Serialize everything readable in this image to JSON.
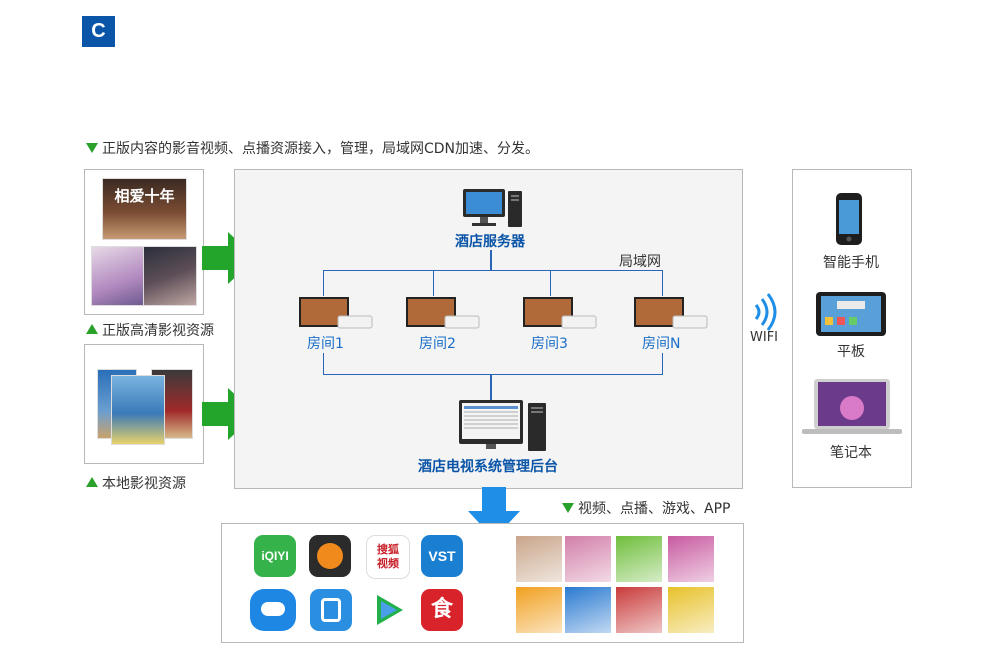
{
  "badge": "C",
  "captions": {
    "top": "正版内容的影音视频、点播资源接入，管理，局域网CDN加速、分发。",
    "hd_resources": "正版高清影视资源",
    "local_resources": "本地影视资源",
    "services": "视频、点播、游戏、APP"
  },
  "center": {
    "server_label": "酒店服务器",
    "lan_label": "局域网",
    "rooms": [
      "房间1",
      "房间2",
      "房间3",
      "房间N"
    ],
    "backend_label": "酒店电视系统管理后台"
  },
  "wifi_label": "WIFI",
  "devices": [
    "智能手机",
    "平板",
    "笔记本"
  ],
  "posters": {
    "top_title": "相爱十年"
  },
  "apps": [
    {
      "name": "iqiyi-app-icon",
      "text": "iQIYI",
      "color": "#35b34a"
    },
    {
      "name": "smile-app-icon",
      "text": "",
      "color": "#2b2b2b"
    },
    {
      "name": "sohu-video-app-icon",
      "text": "搜狐视频",
      "color": "#ffffff"
    },
    {
      "name": "vst-app-icon",
      "text": "VST",
      "color": "#1b7fd1"
    },
    {
      "name": "cloud-app-icon",
      "text": "",
      "color": "#1e86e3"
    },
    {
      "name": "pptv-app-icon",
      "text": "",
      "color": "#2a8fe0"
    },
    {
      "name": "tencent-video-app-icon",
      "text": "",
      "color": "#ffffff"
    },
    {
      "name": "food-app-icon",
      "text": "食",
      "color": "#d8232a"
    }
  ],
  "thumb_colors": [
    "#c9a58a",
    "#d27fa8",
    "#6fbe3c",
    "#c85aa0",
    "#f1a020",
    "#2a7ad1",
    "#c93b3b",
    "#e7c12a"
  ]
}
